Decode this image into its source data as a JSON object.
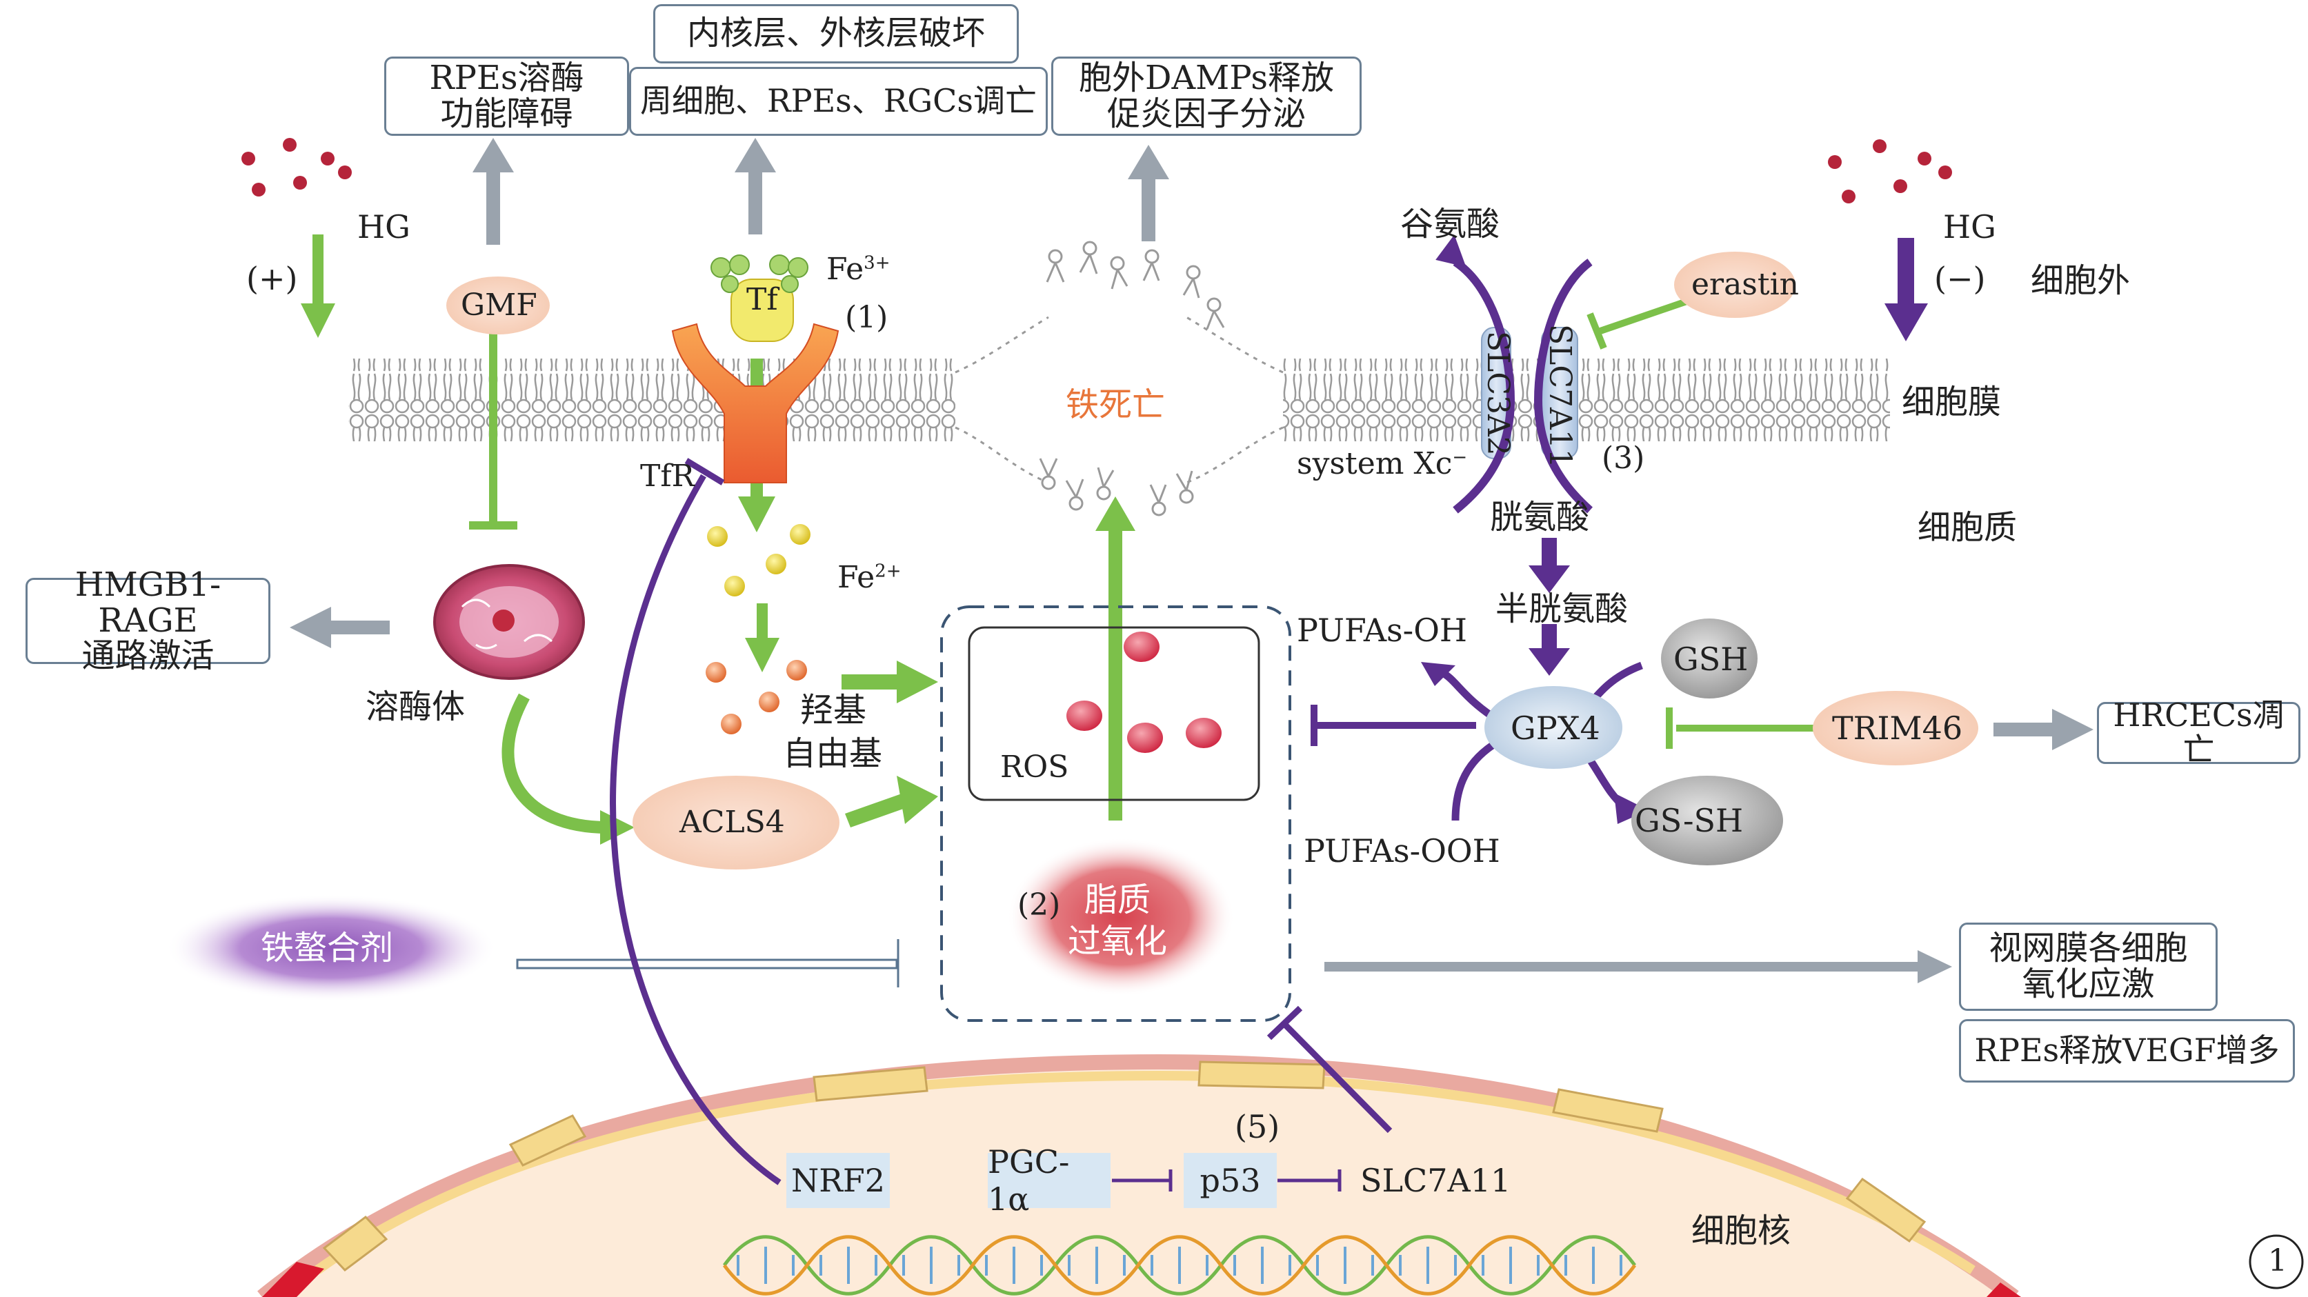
{
  "region_labels": {
    "extracellular": "细胞外",
    "membrane": "细胞膜",
    "cytoplasm": "细胞质",
    "nucleus": "细胞核"
  },
  "boxes": {
    "rpes_lysosome": [
      "RPEs溶酶",
      "功能障碍"
    ],
    "nuclear_layers": "内核层、外核层破坏",
    "cell_apoptosis": "周细胞、RPEs、RGCs调亡",
    "damps": [
      "胞外DAMPs释放",
      "促炎因子分泌"
    ],
    "hmgb1": [
      "HMGB1-RAGE",
      "通路激活"
    ],
    "hrcecs": "HRCECs凋亡",
    "retina_stress": [
      "视网膜各细胞",
      "氧化应激"
    ],
    "vegf": "RPEs释放VEGF增多"
  },
  "labels": {
    "hg_left": "HG",
    "hg_right": "HG",
    "plus": "(+)",
    "minus": "(−)",
    "gmf": "GMF",
    "tf": "Tf",
    "fe3": "Fe",
    "fe3_sup": "3+",
    "fe2": "Fe",
    "fe2_sup": "2+",
    "tfr": "TfR",
    "step1": "(1)",
    "step2": "(2)",
    "step3": "(3)",
    "step5": "(5)",
    "ferroptosis": "铁死亡",
    "glutamate": "谷氨酸",
    "erastin": "erastin",
    "slc3a2": "SLC3A2",
    "slc7a11_membrane": "SLC7A11",
    "system_xc": "system Xc",
    "system_xc_sup": "−",
    "cystine": "胱氨酸",
    "cysteine": "半胱氨酸",
    "gsh": "GSH",
    "gpx4": "GPX4",
    "gssh": "GS-SH",
    "trim46": "TRIM46",
    "pufas_oh": "PUFAs-OH",
    "pufas_ooh": "PUFAs-OOH",
    "lysosome": "溶酶体",
    "hydroxyl": [
      "羟基",
      "自由基"
    ],
    "acls4": "ACLS4",
    "ros": "ROS",
    "lipid_perox": [
      "脂质",
      "过氧化"
    ],
    "chelator": "铁螯合剂",
    "nrf2": "NRF2",
    "pgc1a": "PGC-1α",
    "p53": "p53",
    "slc7a11_nucleus": "SLC7A11",
    "figure_number": "1"
  },
  "colors": {
    "green": "#7cc04a",
    "purple": "#5b2f8f",
    "gray": "#9aa3ad",
    "box_border": "#6a7f93",
    "red_dot": "#b5243a"
  }
}
